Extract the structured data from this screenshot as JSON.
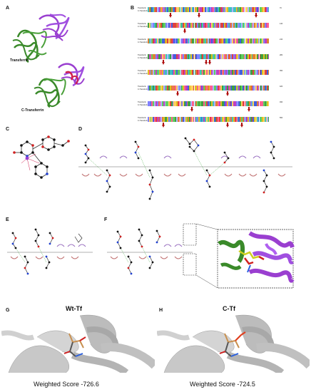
{
  "panels": {
    "A": {
      "letter": "A",
      "label_top": "Transferrin",
      "label_bottom": "C-Transferrin"
    },
    "B": {
      "letter": "B",
      "row_labels": [
        "Transferrin",
        "C-Transferrin"
      ],
      "row_numbers": [
        "70",
        "140",
        "210",
        "280",
        "350",
        "420",
        "490",
        "560"
      ]
    },
    "C": {
      "letter": "C"
    },
    "D": {
      "letter": "D"
    },
    "E": {
      "letter": "E"
    },
    "F": {
      "letter": "F"
    },
    "G": {
      "letter": "G",
      "title": "Wt-Tf",
      "score": "Weighted Score -726.6"
    },
    "H": {
      "letter": "H",
      "title": "C-Tf",
      "score": "Weighted Score -724.5"
    }
  },
  "colors": {
    "green_protein": "#3a8a2a",
    "purple_protein": "#9a3fd0",
    "red_highlight": "#d0204a",
    "arrow_red": "#b01010",
    "ribbon_gray": "#b8b8b8",
    "ligand_purple": "#6a3aa0",
    "hbond_green": "#2aa02a"
  }
}
